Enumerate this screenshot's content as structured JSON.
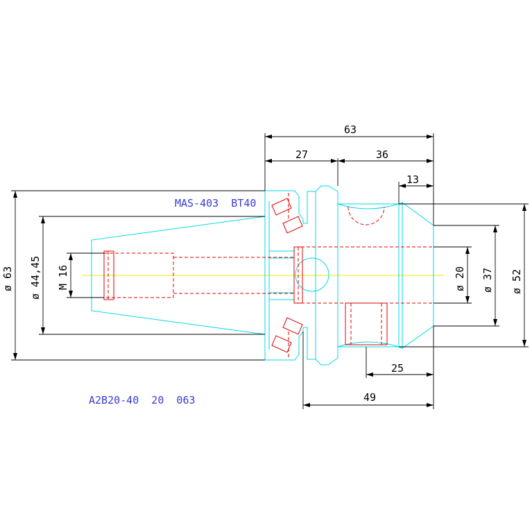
{
  "labels": {
    "standard": "MAS-403  BT40",
    "part_number": "A2B20-40  20  063"
  },
  "dimensions": {
    "overall_length": "63",
    "flange_length": "27",
    "body_length": "36",
    "nose_step": "13",
    "bottom_length": "49",
    "bore_depth": "25",
    "dia_flange": "ø 63",
    "dia_taper": "ø 44,45",
    "thread": "M 16",
    "dia_bore": "ø 20",
    "dia_inner": "ø 37",
    "dia_outer": "ø 52"
  },
  "colors": {
    "outline": "#00d8e8",
    "hidden_lines": "#e00000",
    "dimension": "#000000",
    "annotation": "#3b3bd6",
    "center_axis": "#e8e800"
  }
}
